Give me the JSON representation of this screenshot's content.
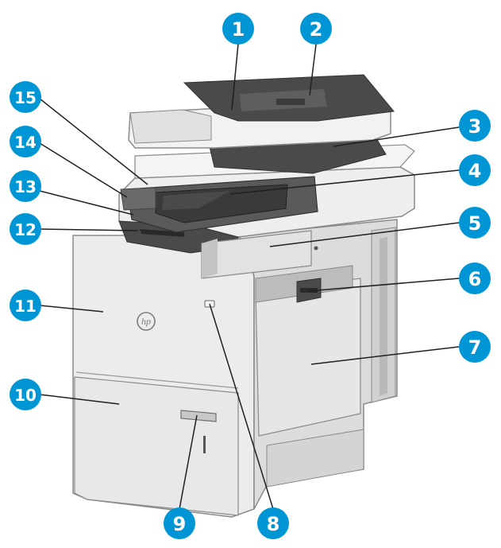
{
  "colors": {
    "callout_fill": "#0096d6",
    "leader_line": "#231f20",
    "printer_body": "#ececec",
    "printer_outline": "#8a8a8a",
    "dark_tray": "#4a4a4a",
    "screen": "#3a3a3a"
  },
  "brand": {
    "logo_text": "hp"
  },
  "callouts": [
    {
      "num": "1",
      "part": "document-feeder-cover"
    },
    {
      "num": "2",
      "part": "document-feeder-input-tray"
    },
    {
      "num": "3",
      "part": "document-feeder-output-bin"
    },
    {
      "num": "4",
      "part": "control-panel-touchscreen"
    },
    {
      "num": "5",
      "part": "control-panel-lower-panel"
    },
    {
      "num": "6",
      "part": "right-door-latch"
    },
    {
      "num": "7",
      "part": "right-door-tray-1"
    },
    {
      "num": "8",
      "part": "power-button"
    },
    {
      "num": "9",
      "part": "tray-handle"
    },
    {
      "num": "10",
      "part": "tray-2"
    },
    {
      "num": "11",
      "part": "front-door"
    },
    {
      "num": "12",
      "part": "output-bin"
    },
    {
      "num": "13",
      "part": "usb-port"
    },
    {
      "num": "14",
      "part": "keyboard-or-card-reader"
    },
    {
      "num": "15",
      "part": "hardware-integration-pocket"
    }
  ]
}
